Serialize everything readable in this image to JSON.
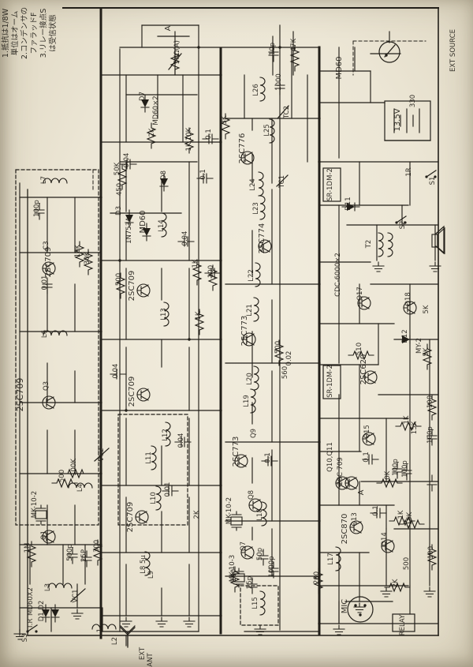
{
  "colors": {
    "ink": "#221f19",
    "paper": "#ece6d5"
  },
  "notes": [
    "1.抵抗は1/8W",
    "単位はオーム",
    "2.コンデンサの",
    "ファラッドF",
    "3.リレー接点S",
    "は受信状態"
  ],
  "labels": [
    [
      "A",
      216,
      36,
      10
    ],
    [
      "5KΩ(A)",
      227,
      66
    ],
    [
      "10p",
      348,
      62
    ],
    [
      "47K",
      375,
      57
    ],
    [
      "1000",
      356,
      104
    ],
    [
      "L26",
      327,
      114
    ],
    [
      "MD60",
      433,
      86,
      10
    ],
    [
      "EXT SOURCE",
      577,
      64
    ],
    [
      "330",
      526,
      128
    ],
    [
      "13.5V",
      507,
      152,
      10
    ],
    [
      "TC2",
      366,
      142
    ],
    [
      "L25",
      341,
      165
    ],
    [
      "2SC776",
      310,
      188,
      10
    ],
    [
      "MD60×2",
      200,
      140
    ],
    [
      "D7",
      183,
      122
    ],
    [
      "2K",
      195,
      168
    ],
    [
      "3K",
      287,
      152
    ],
    [
      "0.1",
      267,
      170
    ],
    [
      "10K",
      242,
      170
    ],
    [
      "1K",
      242,
      186
    ],
    [
      "0.1",
      260,
      221
    ],
    [
      "D8",
      210,
      222
    ],
    [
      "50K",
      151,
      214
    ],
    [
      "0.04",
      163,
      203
    ],
    [
      "450",
      154,
      240
    ],
    [
      "L7",
      58,
      228
    ],
    [
      "100p",
      49,
      264
    ],
    [
      "D3",
      153,
      267
    ],
    [
      "1N753A",
      166,
      292
    ],
    [
      "MD60",
      184,
      281,
      10
    ],
    [
      "L14",
      207,
      286
    ],
    [
      "C3",
      61,
      311
    ],
    [
      "2SC709",
      64,
      332,
      10
    ],
    [
      "10K",
      101,
      318
    ],
    [
      "30K",
      113,
      327
    ],
    [
      "0.01",
      59,
      358
    ],
    [
      "500",
      153,
      354
    ],
    [
      "2SC709",
      170,
      362,
      10
    ],
    [
      "L13",
      210,
      398
    ],
    [
      "1K",
      250,
      334
    ],
    [
      "100",
      270,
      344
    ],
    [
      "1K",
      254,
      400
    ],
    [
      "0.04",
      237,
      302
    ],
    [
      "L6",
      59,
      423
    ],
    [
      "2SC709",
      29,
      500,
      11
    ],
    [
      "Q3",
      61,
      489
    ],
    [
      "2SC709",
      170,
      496,
      10
    ],
    [
      "0.04",
      149,
      470
    ],
    [
      "L12",
      212,
      551
    ],
    [
      "L11",
      191,
      580
    ],
    [
      "0.04",
      232,
      558
    ],
    [
      "0.01",
      215,
      620
    ],
    [
      "L10",
      197,
      631
    ],
    [
      "2SC709",
      168,
      655,
      10
    ],
    [
      "2K",
      252,
      652
    ],
    [
      "MK-10-2",
      293,
      647
    ],
    [
      "L18",
      332,
      652
    ],
    [
      "Q8",
      321,
      627
    ],
    [
      "2SC773",
      302,
      572,
      10
    ],
    [
      "Q9",
      324,
      549
    ],
    [
      "0.1",
      342,
      580
    ],
    [
      "L19",
      315,
      508
    ],
    [
      "L20",
      319,
      480
    ],
    [
      "2SC773",
      313,
      419,
      10
    ],
    [
      "L21",
      319,
      393
    ],
    [
      "L22",
      321,
      349
    ],
    [
      "2SC774",
      335,
      302,
      10
    ],
    [
      "L23",
      327,
      264
    ],
    [
      "L24",
      323,
      234
    ],
    [
      "TC1",
      360,
      230
    ],
    [
      "500",
      355,
      440
    ],
    [
      "0.02",
      369,
      454
    ],
    [
      "560",
      364,
      472
    ],
    [
      "SR-1DM-2",
      421,
      234
    ],
    [
      "D11",
      444,
      258
    ],
    [
      "1R",
      521,
      218
    ],
    [
      "S1",
      551,
      229
    ],
    [
      "T2",
      470,
      309
    ],
    [
      "S2",
      513,
      285
    ],
    [
      "CDC-6000×2",
      431,
      348
    ],
    [
      "Q17",
      459,
      372
    ],
    [
      "Q18",
      520,
      379
    ],
    [
      "5K",
      543,
      392
    ],
    [
      "D12",
      516,
      426
    ],
    [
      "MY-2",
      534,
      438
    ],
    [
      "510",
      458,
      442
    ],
    [
      "5K",
      543,
      446
    ],
    [
      "2SC620",
      464,
      468,
      10
    ],
    [
      "SR-1DM-2",
      421,
      483
    ],
    [
      "100",
      548,
      509
    ],
    [
      "1K",
      518,
      532
    ],
    [
      "15K",
      528,
      542
    ],
    [
      "Q15",
      468,
      547
    ],
    [
      "100p",
      548,
      551
    ],
    [
      "Q10,Q11",
      421,
      579
    ],
    [
      "2SC 709",
      434,
      597
    ],
    [
      "0.1",
      467,
      579
    ],
    [
      "100p",
      504,
      592
    ],
    [
      "100p",
      516,
      594
    ],
    [
      "10K",
      494,
      605
    ],
    [
      "A",
      461,
      624,
      10
    ],
    [
      "0.1",
      479,
      647
    ],
    [
      "Q13",
      452,
      658
    ],
    [
      "2SC870",
      440,
      670,
      10
    ],
    [
      "Q14",
      490,
      683
    ],
    [
      "1K",
      511,
      652
    ],
    [
      "15K",
      522,
      657
    ],
    [
      "100",
      549,
      700
    ],
    [
      "2K",
      504,
      739
    ],
    [
      "500",
      518,
      714
    ],
    [
      "MIC",
      440,
      768,
      10
    ],
    [
      "RELAY",
      513,
      792
    ],
    [
      "L17",
      422,
      708
    ],
    [
      "200",
      404,
      732
    ],
    [
      "MK-10-3",
      297,
      720
    ],
    [
      "Q7",
      311,
      692
    ],
    [
      "50p",
      332,
      702
    ],
    [
      "1000p",
      347,
      718
    ],
    [
      "100",
      299,
      729
    ],
    [
      "25p",
      319,
      738
    ],
    [
      "L15",
      326,
      764
    ],
    [
      "100K",
      96,
      592
    ],
    [
      "500",
      81,
      603
    ],
    [
      "VC2",
      131,
      576
    ],
    [
      "L4",
      104,
      618
    ],
    [
      "MK-10-2",
      46,
      639
    ],
    [
      "Q1",
      58,
      678
    ],
    [
      "1M",
      37,
      694
    ],
    [
      "500p",
      91,
      700
    ],
    [
      "25P",
      109,
      704
    ],
    [
      "300",
      125,
      692
    ],
    [
      "L3",
      63,
      744
    ],
    [
      "VC1",
      98,
      755
    ],
    [
      "MD60X2",
      41,
      762
    ],
    [
      "D1 D2",
      55,
      774
    ],
    [
      "T.R",
      41,
      790
    ],
    [
      "S3",
      34,
      808
    ],
    [
      "L1",
      129,
      801
    ],
    [
      "L2",
      148,
      812
    ],
    [
      "EXT",
      183,
      828
    ],
    [
      "ANT",
      193,
      836
    ],
    [
      "L8 5μ",
      184,
      715
    ],
    [
      "L9",
      194,
      728
    ]
  ]
}
